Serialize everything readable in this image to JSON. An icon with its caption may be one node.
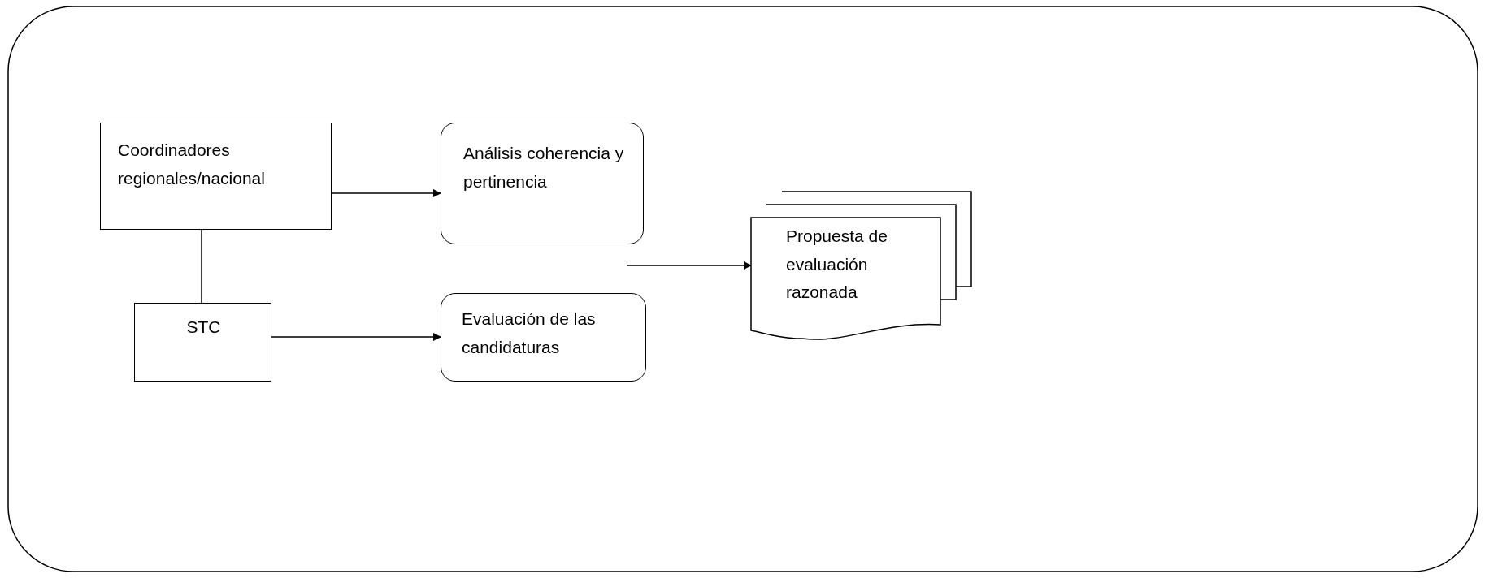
{
  "diagram": {
    "nodes": [
      {
        "text": [
          "Coordinadores regionales/nacional"
        ]
      },
      {
        "text": [
          "Análisis coherencia y pertinencia"
        ]
      },
      {
        "text": [
          "STC"
        ]
      },
      {
        "text": [
          "Evaluación de las candidaturas"
        ]
      },
      {
        "text": [
          "Propuesta de evaluación razonada"
        ]
      }
    ],
    "edges": [
      {
        "from": 0,
        "to": 1,
        "arrow": "to"
      },
      {
        "from": 0,
        "to": 2,
        "arrow": "none"
      },
      {
        "from": 2,
        "to": 3,
        "arrow": "to"
      },
      {
        "from": null,
        "to": 4,
        "arrow": "to"
      }
    ]
  }
}
